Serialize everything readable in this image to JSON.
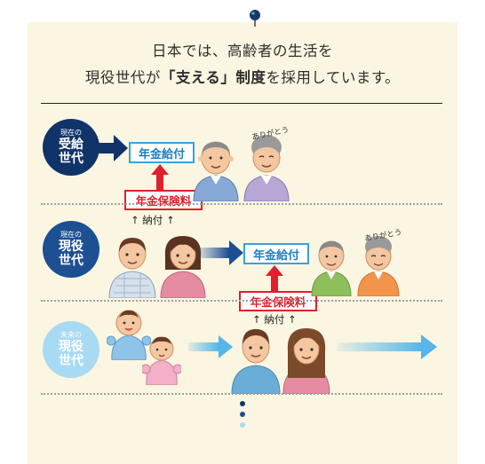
{
  "title": {
    "line1": "日本では、高齢者の生活を",
    "line2_pre": "現役世代が",
    "line2_bold": "「支える」制度",
    "line2_post": "を採用しています。"
  },
  "rows": [
    {
      "badge_small": "現在の",
      "badge_line1": "受給",
      "badge_line2": "世代",
      "badge_color": "#10336a"
    },
    {
      "badge_small": "現在の",
      "badge_line1": "現役",
      "badge_line2": "世代",
      "badge_color": "#1d4f93"
    },
    {
      "badge_small": "未来の",
      "badge_line1": "現役",
      "badge_line2": "世代",
      "badge_color": "#a9daf4"
    }
  ],
  "labels": {
    "benefit": "年金給付",
    "premium": "年金保険料",
    "payment": "↑ 納付 ↑",
    "thanks": "ありがとう"
  },
  "colors": {
    "navy": "#10336a",
    "blue": "#1d4f93",
    "light_blue": "#a9daf4",
    "red": "#e0202c",
    "card": "#fbf6e1"
  }
}
